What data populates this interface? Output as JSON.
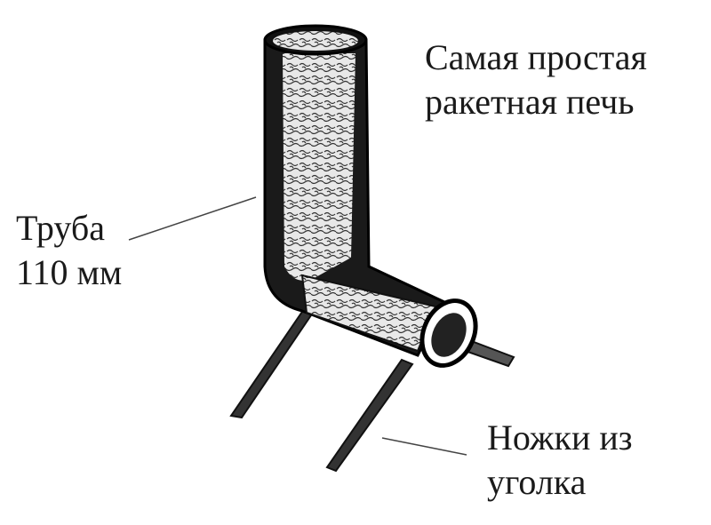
{
  "title": {
    "line1": "Самая простая",
    "line2": "ракетная печь"
  },
  "labels": {
    "pipe": {
      "line1": "Труба",
      "line2": "110 мм"
    },
    "legs": {
      "line1": "Ножки из",
      "line2": "уголка"
    }
  },
  "colors": {
    "ink": "#111111",
    "paper": "#ffffff"
  }
}
